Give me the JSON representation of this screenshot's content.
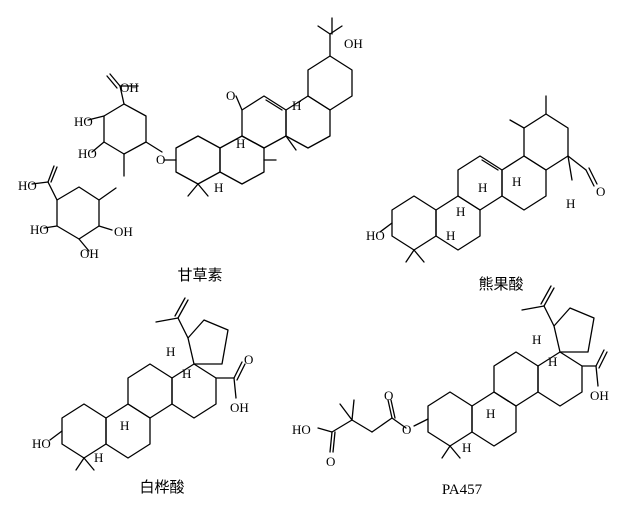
{
  "captions": {
    "glycyrrhizin": "甘草素",
    "ursolic": "熊果酸",
    "betulinic": "白桦酸",
    "pa457": "PA457"
  },
  "atoms": {
    "OH": "OH",
    "HO": "HO",
    "O": "O",
    "H": "H"
  }
}
